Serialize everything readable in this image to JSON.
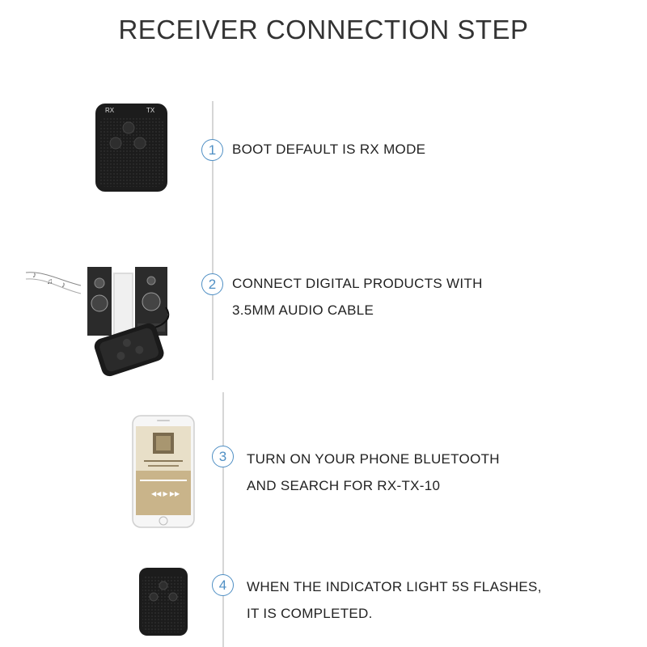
{
  "title": "RECEIVER CONNECTION STEP",
  "steps": [
    {
      "number": "1",
      "lines": [
        "BOOT DEFAULT IS RX MODE"
      ]
    },
    {
      "number": "2",
      "lines": [
        "CONNECT DIGITAL PRODUCTS WITH",
        "3.5MM AUDIO CABLE"
      ]
    },
    {
      "number": "3",
      "lines": [
        "TURN ON YOUR PHONE BLUETOOTH",
        "AND SEARCH FOR RX-TX-10"
      ]
    },
    {
      "number": "4",
      "lines": [
        "WHEN THE INDICATOR LIGHT 5S FLASHES,",
        "IT IS COMPLETED."
      ]
    }
  ],
  "device_labels": {
    "rx": "RX",
    "tx": "TX"
  },
  "colors": {
    "accent": "#4f8fc4",
    "line": "#d6d6d6",
    "device": "#1c1c1c"
  }
}
